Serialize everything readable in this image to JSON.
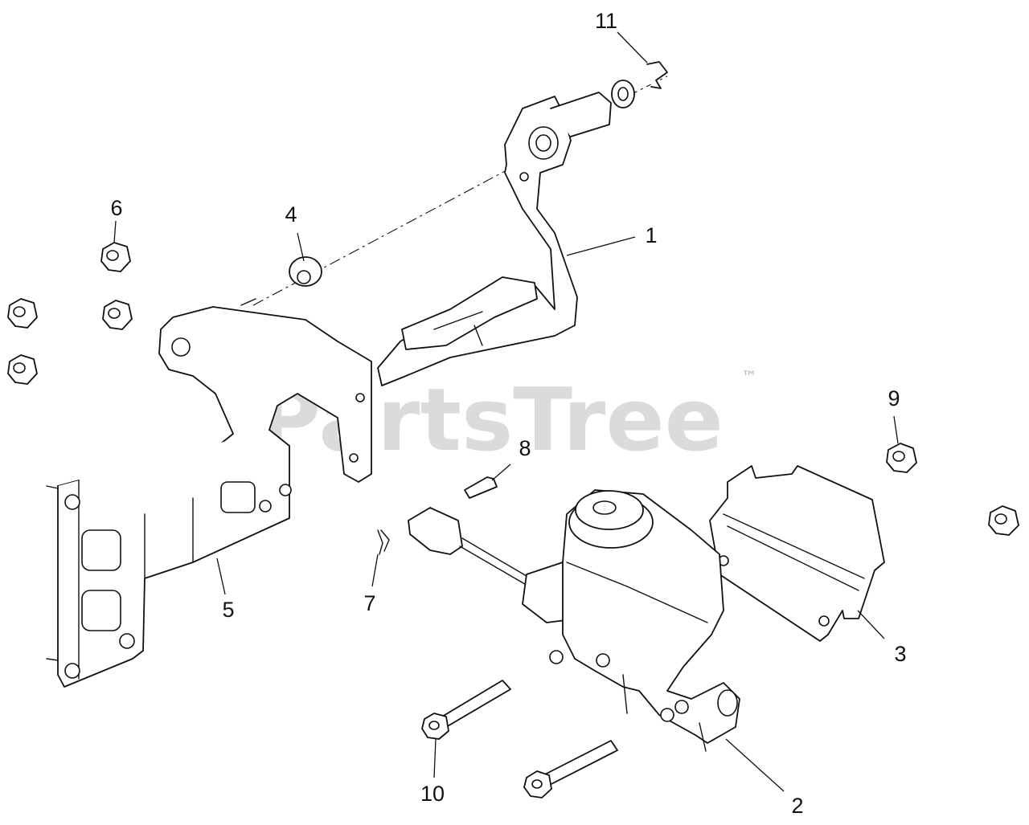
{
  "watermark": {
    "text": "PartsTree",
    "trademark": "™"
  },
  "callouts": [
    "1",
    "2",
    "3",
    "4",
    "5",
    "6",
    "7",
    "8",
    "9",
    "10",
    "11"
  ]
}
